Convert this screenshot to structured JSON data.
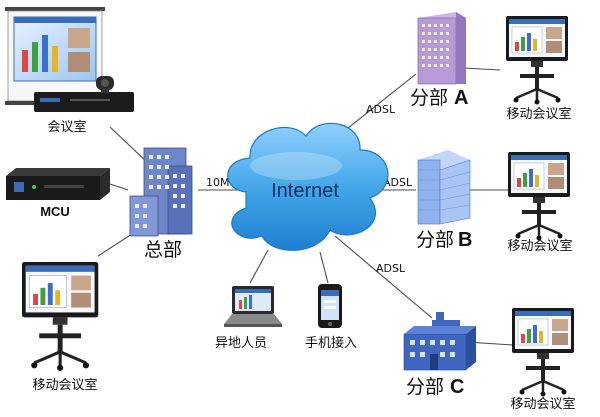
{
  "cloud": {
    "label": "Internet"
  },
  "nodes": {
    "hq": {
      "label": "总部"
    },
    "meeting_room": {
      "label": "会议室"
    },
    "mcu": {
      "label": "MCU"
    },
    "mobile_hq": {
      "label": "移动会议室"
    },
    "remote_staff": {
      "label": "异地人员"
    },
    "mobile_access": {
      "label": "手机接入"
    },
    "branch_a": {
      "label": "分部",
      "letter": "A",
      "mobile_label": "移动会议室"
    },
    "branch_b": {
      "label": "分部",
      "letter": "B",
      "mobile_label": "移动会议室"
    },
    "branch_c": {
      "label": "分部",
      "letter": "C",
      "mobile_label": "移动会议室"
    }
  },
  "links": {
    "hq_internet": "10M",
    "branch_a": "ADSL",
    "branch_b": "ADSL",
    "branch_c": "ADSL"
  },
  "colors": {
    "cloud": "#3ea3e6",
    "hq_building": "#6f86c9",
    "branch_a_building": "#b79bd6",
    "branch_b_building": "#8fb2ee",
    "branch_c_building": "#3f67c0"
  },
  "icons": [
    "projector-screen-icon",
    "video-terminal-icon",
    "mcu-device-icon",
    "interactive-display-cart-icon",
    "laptop-icon",
    "mobile-phone-icon",
    "office-building-icon"
  ]
}
